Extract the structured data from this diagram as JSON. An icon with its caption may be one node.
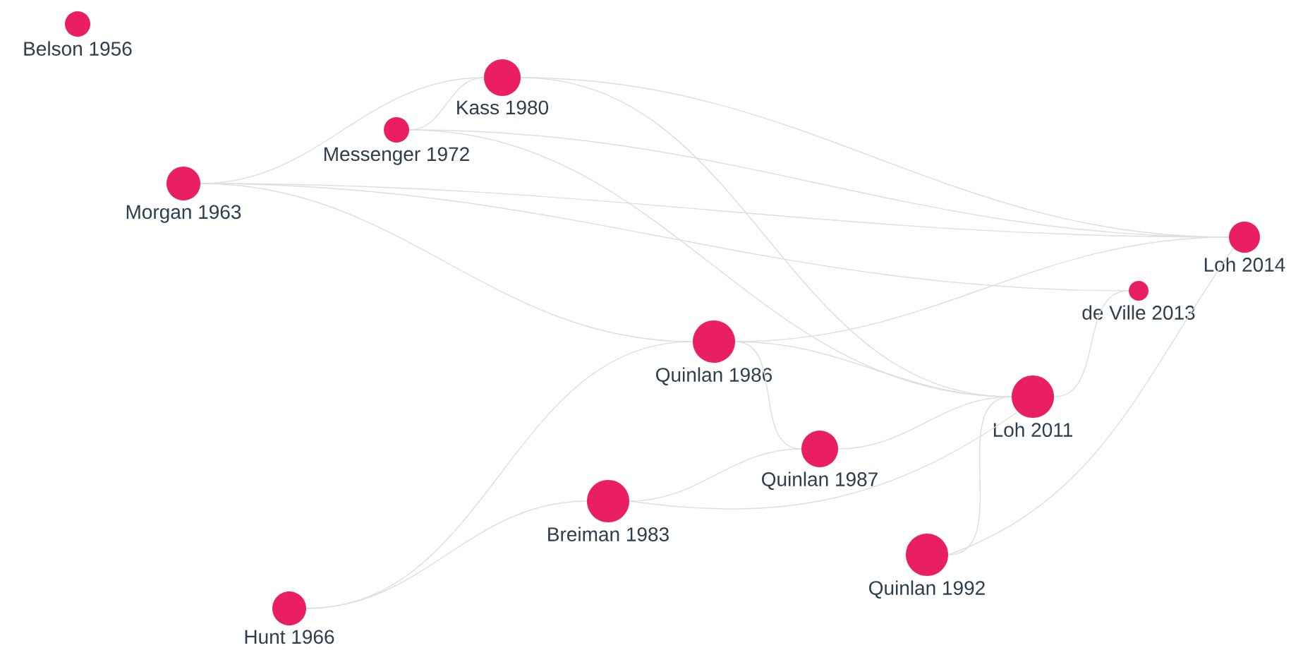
{
  "diagram": {
    "nodes": [
      {
        "text": [
          "Belson 1956"
        ]
      },
      {
        "text": [
          "Kass 1980"
        ]
      },
      {
        "text": [
          "Messenger 1972"
        ]
      },
      {
        "text": [
          "Morgan 1963"
        ]
      },
      {
        "text": [
          "Loh 2014"
        ]
      },
      {
        "text": [
          "de Ville 2013"
        ]
      },
      {
        "text": [
          "Quinlan 1986"
        ]
      },
      {
        "text": [
          "Loh 2011"
        ]
      },
      {
        "text": [
          "Quinlan 1987"
        ]
      },
      {
        "text": [
          "Breiman 1983"
        ]
      },
      {
        "text": [
          "Quinlan 1992"
        ]
      },
      {
        "text": [
          "Hunt 1966"
        ]
      }
    ],
    "edges": [
      {
        "from": 3,
        "to": 1,
        "arrow": "none"
      },
      {
        "from": 2,
        "to": 1,
        "arrow": "none"
      },
      {
        "from": 1,
        "to": 4,
        "arrow": "none"
      },
      {
        "from": 1,
        "to": 7,
        "arrow": "none"
      },
      {
        "from": 2,
        "to": 4,
        "arrow": "none"
      },
      {
        "from": 2,
        "to": 7,
        "arrow": "none"
      },
      {
        "from": 3,
        "to": 4,
        "arrow": "none"
      },
      {
        "from": 3,
        "to": 5,
        "arrow": "none"
      },
      {
        "from": 3,
        "to": 6,
        "arrow": "none"
      },
      {
        "from": 6,
        "to": 4,
        "arrow": "none"
      },
      {
        "from": 6,
        "to": 7,
        "arrow": "none"
      },
      {
        "from": 6,
        "to": 8,
        "arrow": "none"
      },
      {
        "from": 11,
        "to": 6,
        "arrow": "none"
      },
      {
        "from": 11,
        "to": 9,
        "arrow": "none"
      },
      {
        "from": 9,
        "to": 8,
        "arrow": "none"
      },
      {
        "from": 9,
        "to": 7,
        "arrow": "none"
      },
      {
        "from": 8,
        "to": 7,
        "arrow": "none"
      },
      {
        "from": 7,
        "to": 5,
        "arrow": "none"
      },
      {
        "from": 10,
        "to": 7,
        "arrow": "none"
      },
      {
        "from": 10,
        "to": 4,
        "arrow": "none"
      }
    ]
  }
}
